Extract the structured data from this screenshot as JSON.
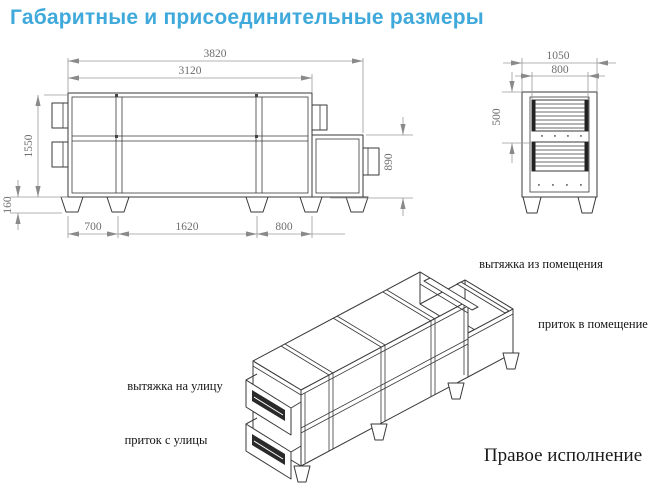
{
  "header": {
    "title": "Габаритные и присоединительные размеры",
    "accent_color": "#3fa9db"
  },
  "front_view": {
    "dim_overall_length": "3820",
    "dim_body_length": "3120",
    "dim_height": "1550",
    "dim_base_height": "160",
    "dim_right_section_height": "890",
    "dim_span_1": "700",
    "dim_span_2": "1620",
    "dim_span_3": "800"
  },
  "side_view": {
    "dim_overall_width": "1050",
    "dim_connection_width": "800",
    "dim_connection_height": "500"
  },
  "iso_view": {
    "label_exhaust_from_room": "вытяжка из помещения",
    "label_supply_to_room": "приток в помещение",
    "label_exhaust_to_outside": "вытяжка на улицу",
    "label_intake_from_outside": "приток с улицы",
    "caption": "Правое исполнение"
  }
}
